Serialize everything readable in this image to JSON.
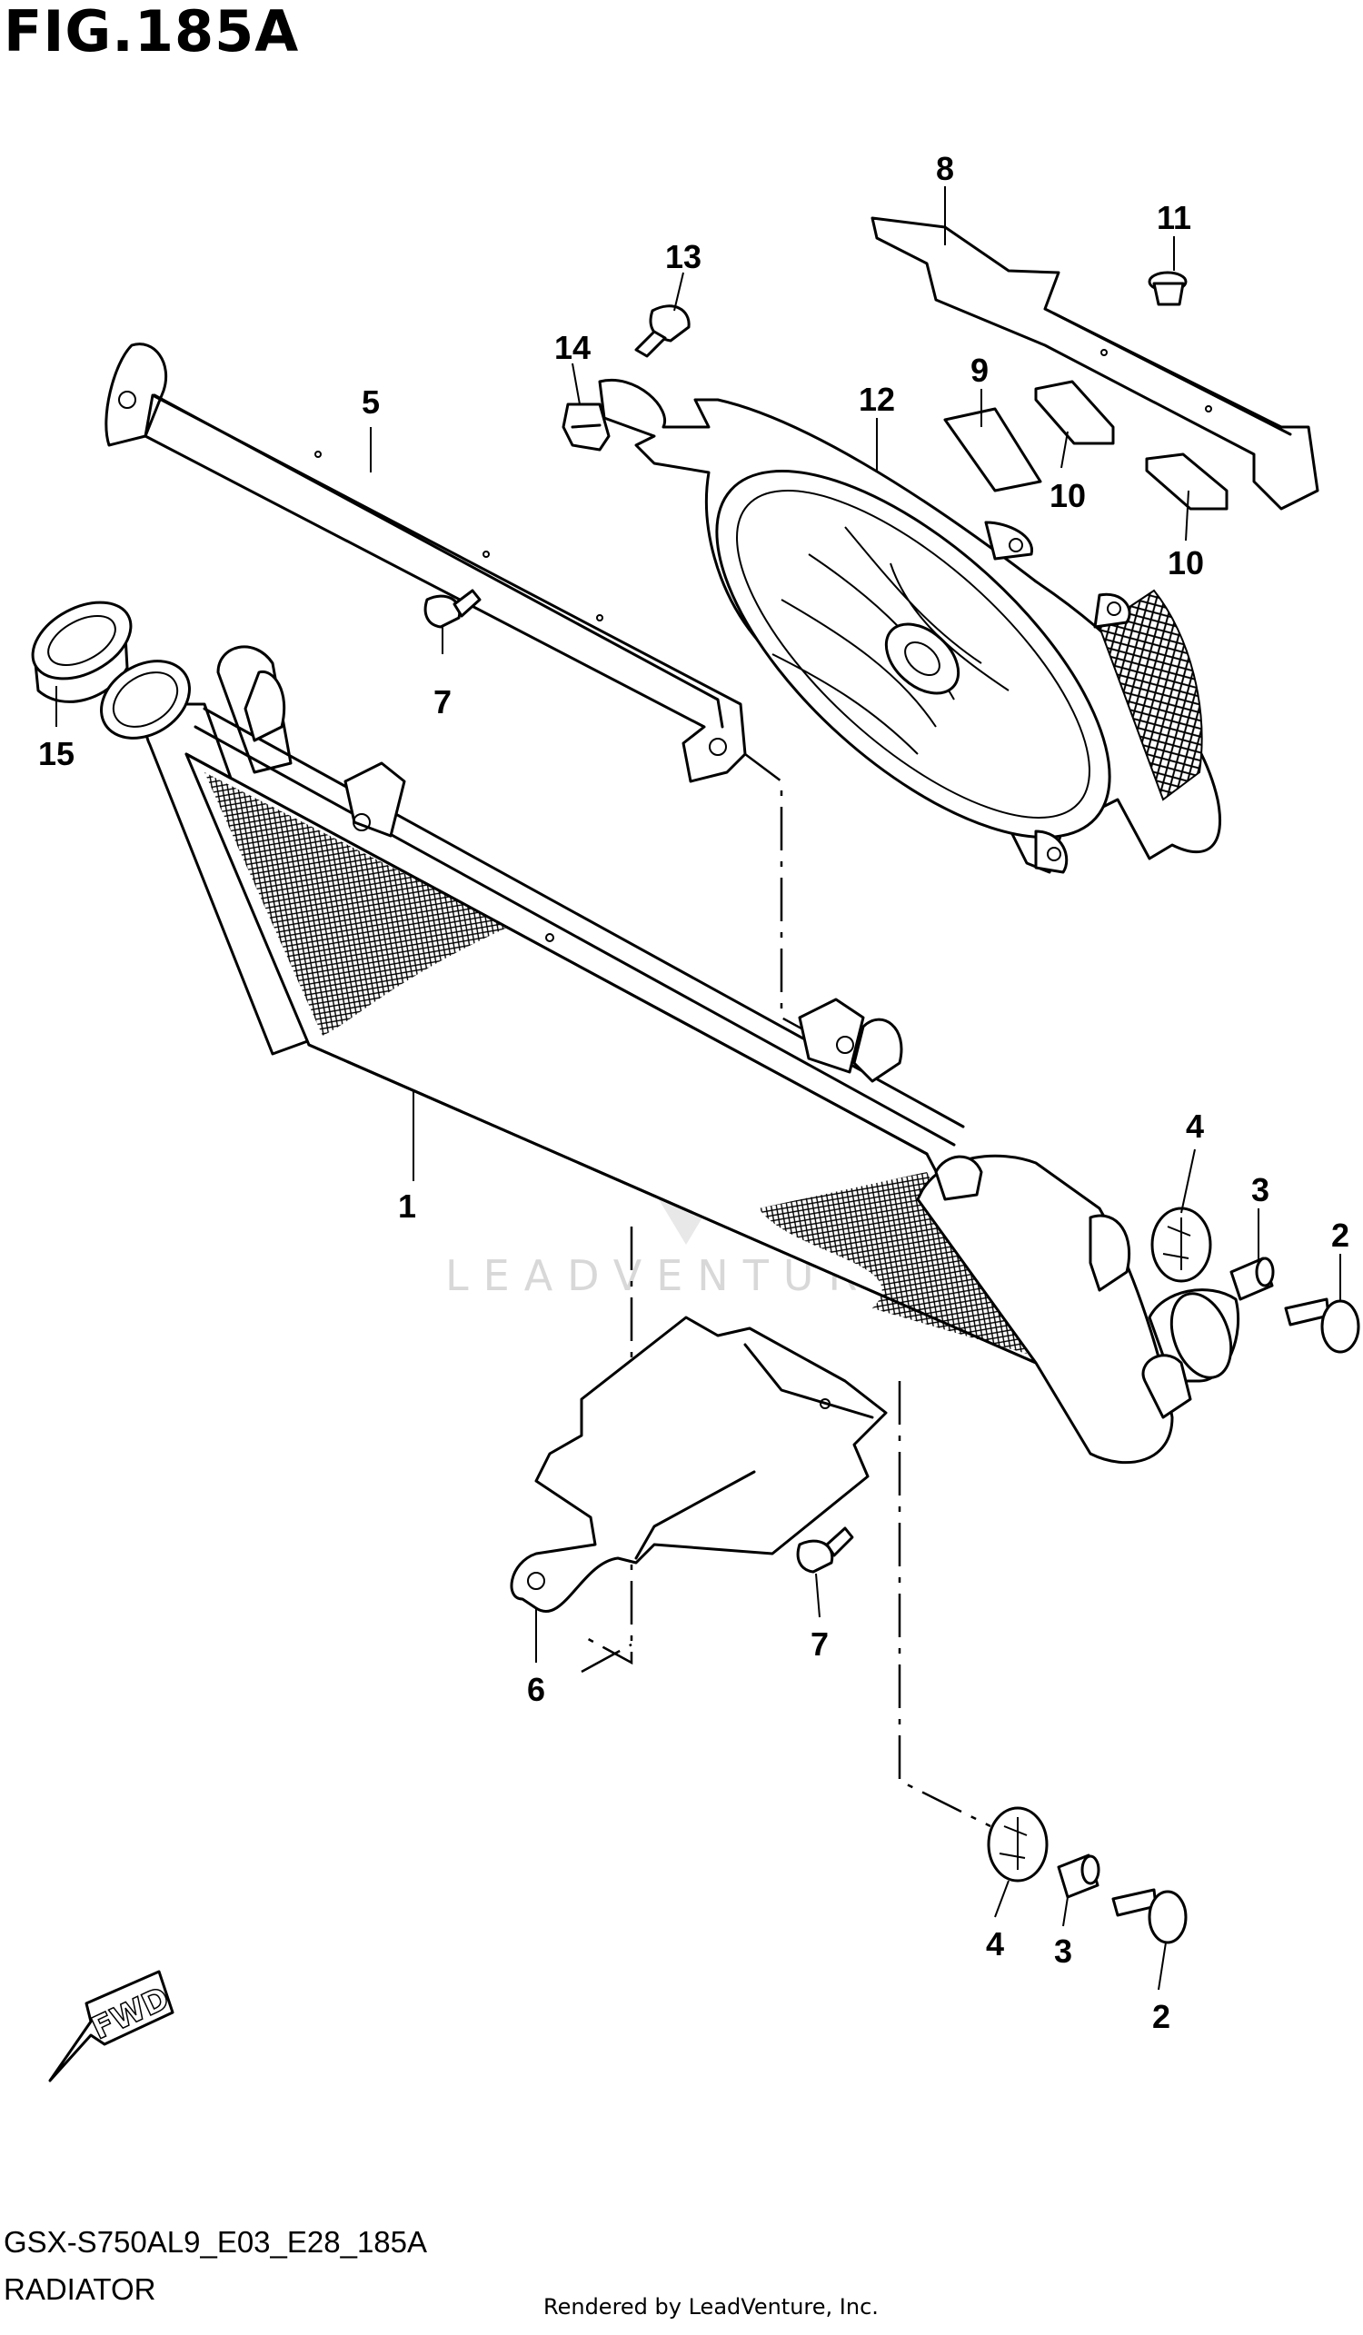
{
  "figure": {
    "title": "FIG.185A",
    "code": "GSX-S750AL9_E03_E28_185A",
    "name": "RADIATOR",
    "credit": "Rendered by LeadVenture, Inc."
  },
  "watermark": "LEADVENTURE",
  "direction_label": "FWD",
  "callouts": [
    {
      "id": "c1",
      "label": "1"
    },
    {
      "id": "c2a",
      "label": "2"
    },
    {
      "id": "c2b",
      "label": "2"
    },
    {
      "id": "c3a",
      "label": "3"
    },
    {
      "id": "c3b",
      "label": "3"
    },
    {
      "id": "c4a",
      "label": "4"
    },
    {
      "id": "c4b",
      "label": "4"
    },
    {
      "id": "c5",
      "label": "5"
    },
    {
      "id": "c6",
      "label": "6"
    },
    {
      "id": "c7a",
      "label": "7"
    },
    {
      "id": "c7b",
      "label": "7"
    },
    {
      "id": "c8",
      "label": "8"
    },
    {
      "id": "c9",
      "label": "9"
    },
    {
      "id": "c10a",
      "label": "10"
    },
    {
      "id": "c10b",
      "label": "10"
    },
    {
      "id": "c11",
      "label": "11"
    },
    {
      "id": "c12",
      "label": "12"
    },
    {
      "id": "c13",
      "label": "13"
    },
    {
      "id": "c14",
      "label": "14"
    },
    {
      "id": "c15",
      "label": "15"
    }
  ]
}
